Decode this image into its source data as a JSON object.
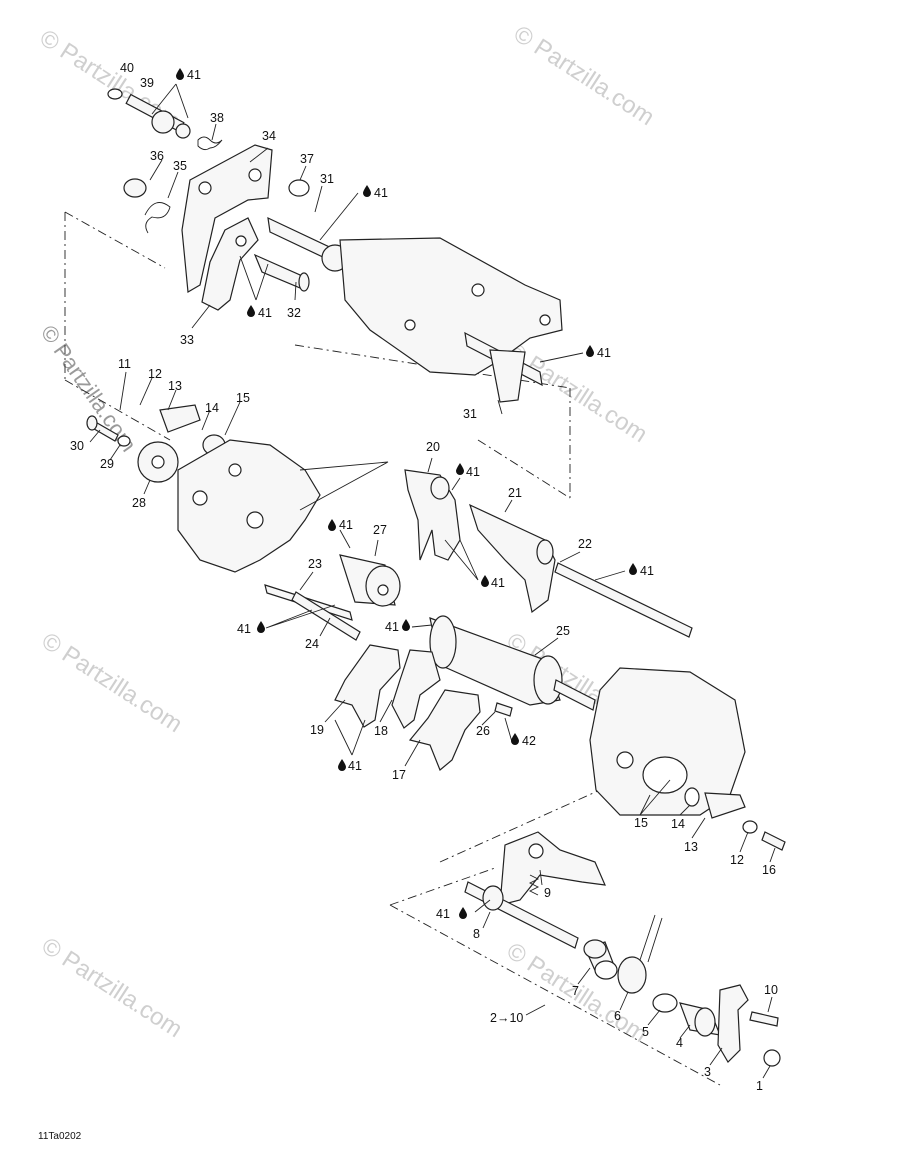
{
  "watermarks": [
    "© Partzilla.com",
    "© Partzilla.com",
    "© Partzilla.com",
    "© Partzilla.com",
    "© Partzilla.com",
    "© Partzilla.com",
    "© Partzilla.com"
  ],
  "side_watermark": "© Partzilla.com",
  "figure_code": "11Ta0202",
  "callouts": {
    "c40": "40",
    "c39": "39",
    "c41a": "41",
    "c38": "38",
    "c36": "36",
    "c35": "35",
    "c34": "34",
    "c37": "37",
    "c31a": "31",
    "c41b": "41",
    "c33": "33",
    "c41c": "41",
    "c32": "32",
    "c41d": "41",
    "c31b": "31",
    "c11": "11",
    "c12a": "12",
    "c13a": "13",
    "c14a": "14",
    "c15a": "15",
    "c30": "30",
    "c29": "29",
    "c28": "28",
    "c20": "20",
    "c41e": "41",
    "c21": "21",
    "c41f": "41",
    "c27": "27",
    "c41g": "41",
    "c22": "22",
    "c41h": "41",
    "c23": "23",
    "c41i": "41",
    "c24": "24",
    "c41j": "41",
    "c25": "25",
    "c19": "19",
    "c18": "18",
    "c26": "26",
    "c42": "42",
    "c41k": "41",
    "c17": "17",
    "c15b": "15",
    "c14b": "14",
    "c13b": "13",
    "c12b": "12",
    "c16": "16",
    "c9": "9",
    "c41l": "41",
    "c8": "8",
    "c7": "7",
    "c6": "6",
    "c5": "5",
    "c4": "4",
    "c3": "3",
    "c1": "1",
    "c10": "10",
    "c2to10": "2→10"
  }
}
